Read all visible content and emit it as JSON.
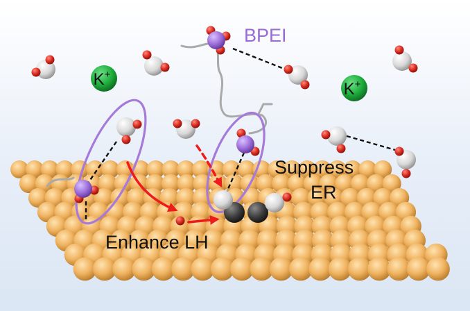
{
  "labels": {
    "bpei": "BPEI",
    "potassium_left": "K",
    "potassium_right": "K",
    "charge": "+",
    "suppress_line1": "Suppress",
    "suppress_line2": "ER",
    "enhance": "Enhance LH"
  },
  "colors": {
    "background_top": "#ffffff",
    "background_bottom": "#dbe6f4",
    "surface_atom": "#f0b462",
    "surface_atom_shadow": "#b97d2d",
    "oxygen": "#d92b1f",
    "hydrogen": "#dcdcdc",
    "carbon": "#3a3a3a",
    "nitrogen": "#9a6ad6",
    "potassium": "#1fae3c",
    "bpei_label": "#9a6ad6",
    "arrow": "#ee1b1b",
    "ellipse": "#a57ad9",
    "polymer": "#a9a9a9",
    "dashes": "#111111"
  }
}
